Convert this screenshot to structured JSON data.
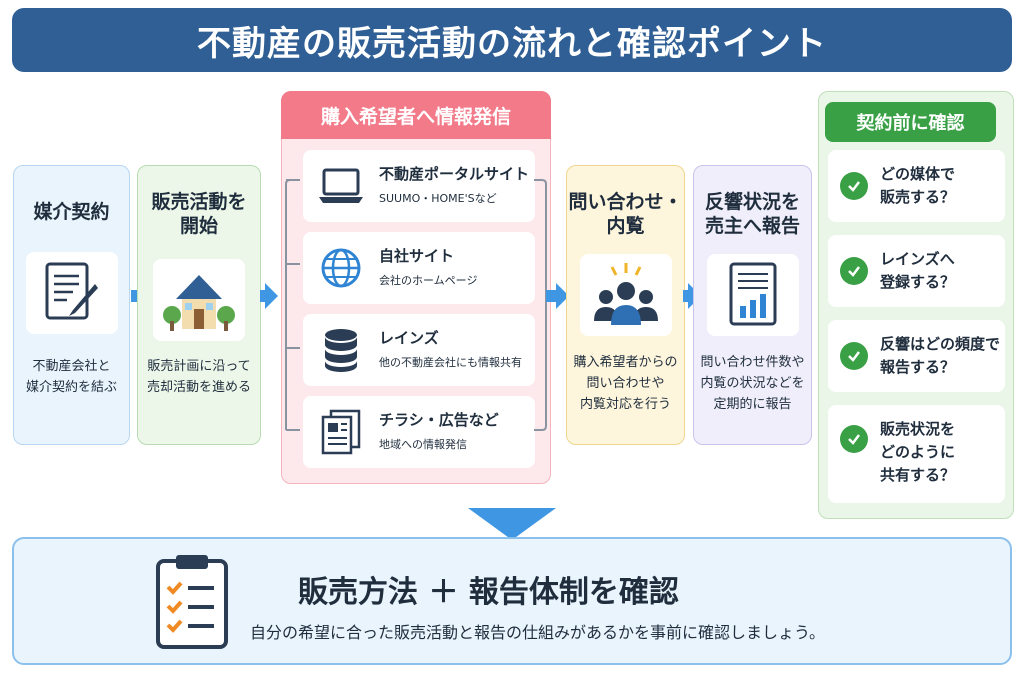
{
  "title": "不動産の販売活動の流れと確認ポイント",
  "steps": [
    {
      "title": "媒介契約",
      "icon": "contract-pen-icon",
      "desc_lines": [
        "不動産会社と",
        "媒介契約を結ぶ"
      ]
    },
    {
      "title_lines": [
        "販売活動を",
        "開始"
      ],
      "icon": "house-icon",
      "desc_lines": [
        "販売計画に沿って",
        "売却活動を進める"
      ]
    },
    {
      "title_lines": [
        "問い合わせ・",
        "内覧"
      ],
      "icon": "people-group-icon",
      "desc_lines": [
        "購入希望者からの",
        "問い合わせや",
        "内覧対応を行う"
      ]
    },
    {
      "title_lines": [
        "反響状況を",
        "売主へ報告"
      ],
      "icon": "report-chart-icon",
      "desc_lines": [
        "問い合わせ件数や",
        "内覧の状況などを",
        "定期的に報告"
      ]
    }
  ],
  "channels": {
    "title": "購入希望者へ情報発信",
    "items": [
      {
        "name": "不動産ポータルサイト",
        "sub": "SUUMO・HOME'Sなど",
        "icon": "laptop-icon"
      },
      {
        "name": "自社サイト",
        "sub": "会社のホームページ",
        "icon": "globe-icon"
      },
      {
        "name": "レインズ",
        "sub": "他の不動産会社にも情報共有",
        "icon": "database-icon"
      },
      {
        "name": "チラシ・広告など",
        "sub": "地域への情報発信",
        "icon": "flyer-icon"
      }
    ]
  },
  "checks": {
    "title": "契約前に確認",
    "items": [
      {
        "lines": [
          "どの媒体で",
          "販売する？"
        ]
      },
      {
        "lines": [
          "レインズへ",
          "登録する？"
        ]
      },
      {
        "lines": [
          "反響はどの頻度で",
          "報告する？"
        ]
      },
      {
        "lines": [
          "販売状況を",
          "どのように",
          "共有する？"
        ]
      }
    ]
  },
  "summary": {
    "main": "販売方法 ＋ 報告体制を確認",
    "sub": "自分の希望に合った販売活動と報告の仕組みがあるかを事前に確認しましょう。",
    "icon": "clipboard-checklist-icon"
  },
  "colors": {
    "title_bg": "#2f5f95",
    "arrow": "#3f97e3",
    "channels_header": "#f27a89",
    "check_green": "#3aa046"
  }
}
